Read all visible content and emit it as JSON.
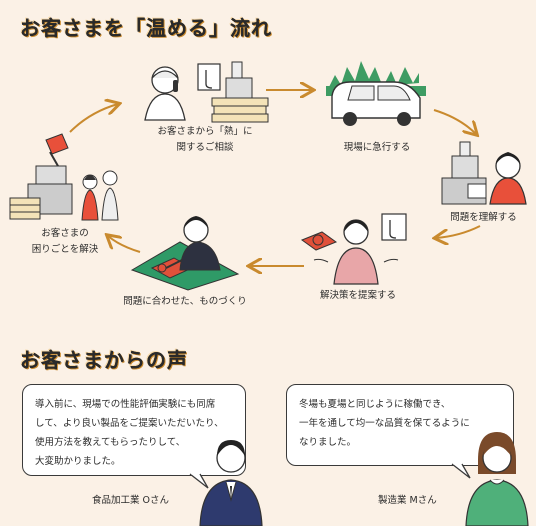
{
  "section1": {
    "title": "お客さまを「温める」流れ"
  },
  "steps": [
    {
      "label": "お客さまから「熱」に\n関するご相談"
    },
    {
      "label": "現場に急行する"
    },
    {
      "label": "問題を理解する"
    },
    {
      "label": "解決策を提案する"
    },
    {
      "label": "問題に合わせた、ものづくり"
    },
    {
      "label": "お客さまの\n困りごとを解決"
    }
  ],
  "section2": {
    "title": "お客さまからの声"
  },
  "voices": [
    {
      "text": "導入前に、現場での性能評価実験にも同席\nして、より良い製品をご提案いただいたり、\n使用方法を教えてもらったりして、\n大変助かりました。",
      "name": "食品加工業 Oさん"
    },
    {
      "text": "冬場も夏場と同じように稼働でき、\n一年を通して均一な品質を保てるように\nなりました。",
      "name": "製造業 Mさん"
    }
  ],
  "colors": {
    "background": "#fbf1e6",
    "accent": "#c98a2e",
    "red": "#e0503a",
    "green": "#2f9a67"
  }
}
